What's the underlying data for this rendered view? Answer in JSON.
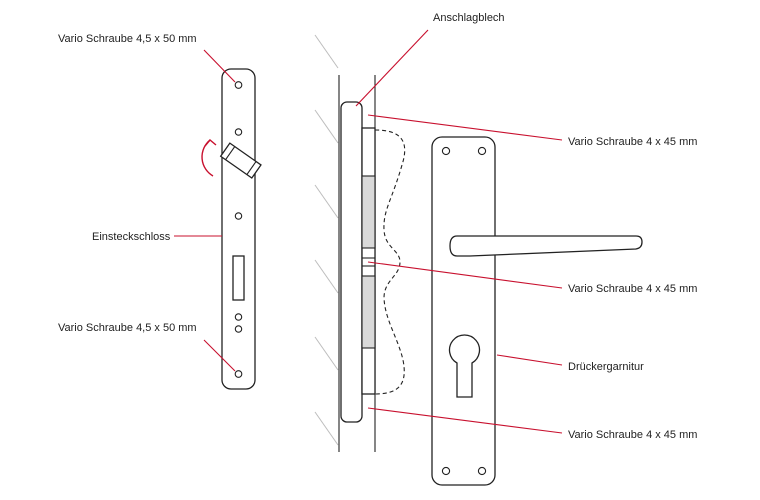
{
  "colors": {
    "leader": "#c8102e",
    "outline": "#222222",
    "wall_hatch": "#bdbdbd",
    "strike_insert": "#d9d9d9"
  },
  "labels": {
    "screw_top_left": "Vario Schraube 4,5 x 50 mm",
    "lock": "Einsteckschloss",
    "screw_bottom_left": "Vario Schraube 4,5 x 50 mm",
    "strike_plate": "Anschlagblech",
    "screw_right_1": "Vario Schraube 4 x 45 mm",
    "screw_right_2": "Vario Schraube 4 x 45 mm",
    "handle_set": "Drückergarnitur",
    "screw_right_3": "Vario Schraube 4 x 45 mm"
  }
}
